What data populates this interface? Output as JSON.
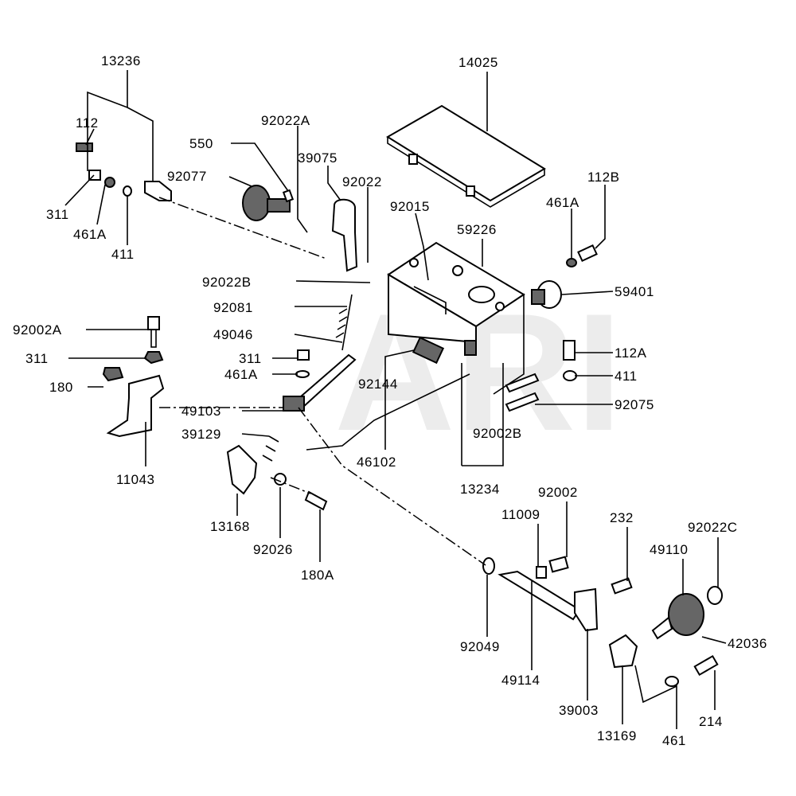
{
  "watermark": "ARI",
  "parts": {
    "p13236": "13236",
    "p112": "112",
    "p311a": "311",
    "p461a_l": "461A",
    "p411a": "411",
    "p550": "550",
    "p92022a": "92022A",
    "p92077": "92077",
    "p39075": "39075",
    "p92022": "92022",
    "p14025": "14025",
    "p92015": "92015",
    "p59226": "59226",
    "p461a_r": "461A",
    "p112b": "112B",
    "p59401": "59401",
    "p92022b": "92022B",
    "p92081": "92081",
    "p49046": "49046",
    "p92002a": "92002A",
    "p311b": "311",
    "p180": "180",
    "p311c": "311",
    "p461a_m": "461A",
    "p92144": "92144",
    "p112a": "112A",
    "p411b": "411",
    "p92075": "92075",
    "p49103": "49103",
    "p39129": "39129",
    "p11043": "11043",
    "p46102": "46102",
    "p92002b": "92002B",
    "p13234": "13234",
    "p13168": "13168",
    "p92026": "92026",
    "p180a": "180A",
    "p92002": "92002",
    "p11009": "11009",
    "p232": "232",
    "p92022c": "92022C",
    "p49110": "49110",
    "p42036": "42036",
    "p92049": "92049",
    "p49114": "49114",
    "p39003": "39003",
    "p13169": "13169",
    "p461": "461",
    "p214": "214"
  }
}
